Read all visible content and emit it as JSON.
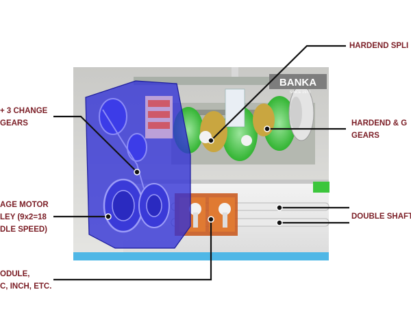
{
  "brand": {
    "logo_text": "BANKA",
    "tagline": "SINCE 1973",
    "colors": {
      "label": "#7a1c24",
      "housing": "#2f2fd6",
      "gears": "#3cc63c",
      "gearbox": "#c8581c",
      "base": "#4fb7e6"
    }
  },
  "callouts": {
    "change_gears": {
      "line1": "+ 3 CHANGE",
      "line2": "GEARS"
    },
    "motor_pulley": {
      "line1": "AGE MOTOR",
      "line2": "LEY (9x2=18",
      "line3": "DLE SPEED)"
    },
    "module": {
      "line1": "ODULE,",
      "line2": "C, INCH, ETC."
    },
    "hardend_spline": {
      "line1": "HARDEND SPLI"
    },
    "hardend_gears": {
      "line1": "HARDEND & G",
      "line2": "GEARS"
    },
    "double_shaft": {
      "line1": "DOUBLE SHAFT"
    }
  }
}
